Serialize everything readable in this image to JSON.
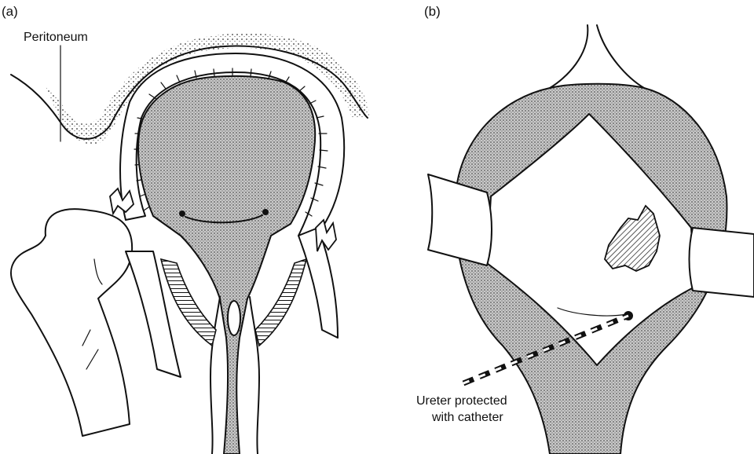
{
  "panels": {
    "a": {
      "label": "(a)",
      "callout": "Peritoneum"
    },
    "b": {
      "label": "(b)",
      "callout_line1": "Ureter protected",
      "callout_line2": "with catheter"
    }
  },
  "colors": {
    "ink": "#111111",
    "stipple": "#9a9a9a",
    "paper": "#ffffff"
  }
}
